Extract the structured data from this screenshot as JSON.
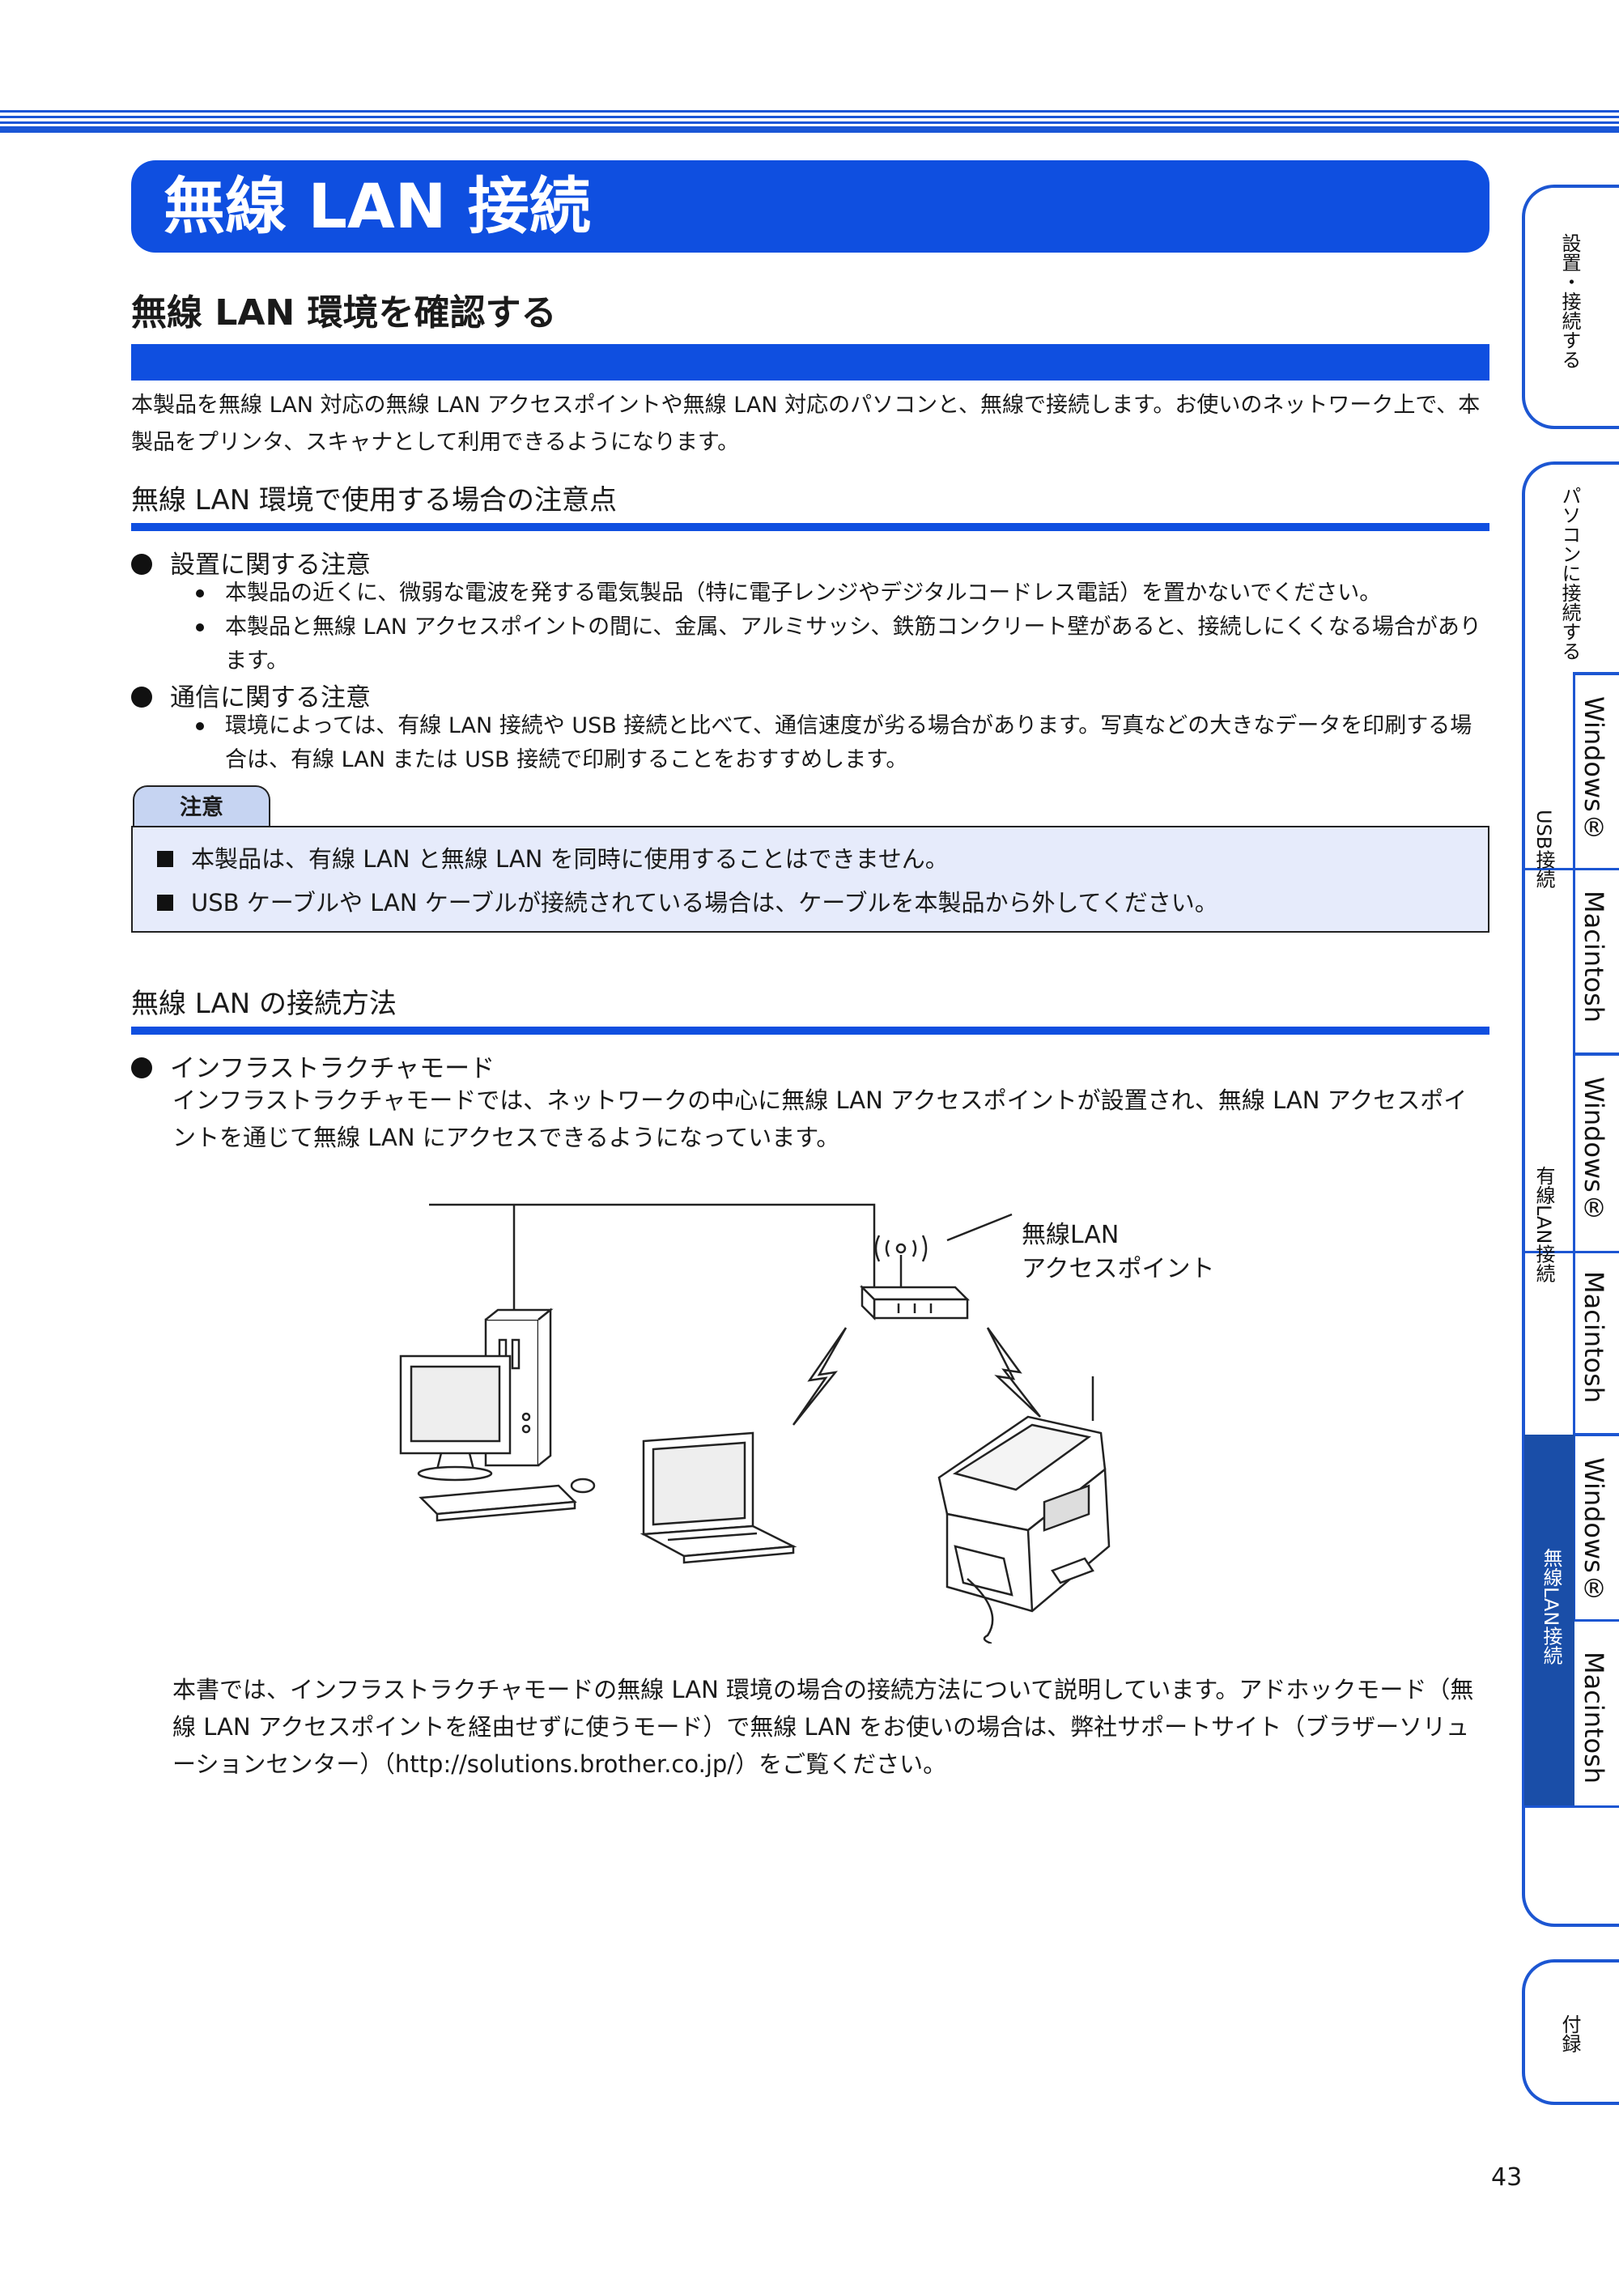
{
  "chapter_title": "無線 LAN 接続",
  "section_title": "無線 LAN 環境を確認する",
  "intro": "本製品を無線 LAN 対応の無線 LAN アクセスポイントや無線 LAN 対応のパソコンと、無線で接続します。お使いのネットワーク上で、本製品をプリンタ、スキャナとして利用できるようになります。",
  "subsection1": {
    "title": "無線 LAN 環境で使用する場合の注意点",
    "group1": {
      "heading": "設置に関する注意",
      "items": [
        "本製品の近くに、微弱な電波を発する電気製品（特に電子レンジやデジタルコードレス電話）を置かないでください。",
        "本製品と無線 LAN アクセスポイントの間に、金属、アルミサッシ、鉄筋コンクリート壁があると、接続しにくくなる場合があります。"
      ]
    },
    "group2": {
      "heading": "通信に関する注意",
      "items": [
        "環境によっては、有線 LAN 接続や USB 接続と比べて、通信速度が劣る場合があります。写真などの大きなデータを印刷する場合は、有線 LAN または USB 接続で印刷することをおすすめします。"
      ]
    },
    "note": {
      "label": "注意",
      "items": [
        "本製品は、有線 LAN と無線 LAN を同時に使用することはできません。",
        "USB ケーブルや LAN ケーブルが接続されている場合は、ケーブルを本製品から外してください。"
      ]
    }
  },
  "subsection2": {
    "title": "無線 LAN の接続方法",
    "mode_heading": "インフラストラクチャモード",
    "mode_text": "インフラストラクチャモードでは、ネットワークの中心に無線 LAN アクセスポイントが設置され、無線 LAN アクセスポイントを通じて無線 LAN にアクセスできるようになっています。",
    "diagram_label_line1": "無線LAN",
    "diagram_label_line2": "アクセスポイント",
    "closing_text": "本書では、インフラストラクチャモードの無線 LAN 環境の場合の接続方法について説明しています。アドホックモード（無線 LAN アクセスポイントを経由せずに使うモード）で無線 LAN をお使いの場合は、弊社サポートサイト（ブラザーソリューションセンター）（http://solutions.brother.co.jp/）をご覧ください。"
  },
  "sidebar": {
    "tab_setup": "設置・接続する",
    "tab_pc": "パソコンに接続する",
    "usb": "USB接続",
    "wired": "有線LAN接続",
    "wireless": "無線LAN接続",
    "windows": "Windows®",
    "macintosh": "Macintosh",
    "appendix": "付録"
  },
  "page_number": "43",
  "colors": {
    "accent": "#0f4fe0",
    "note_bg": "#e6ebfb",
    "active_tab": "#1a4ea8"
  }
}
